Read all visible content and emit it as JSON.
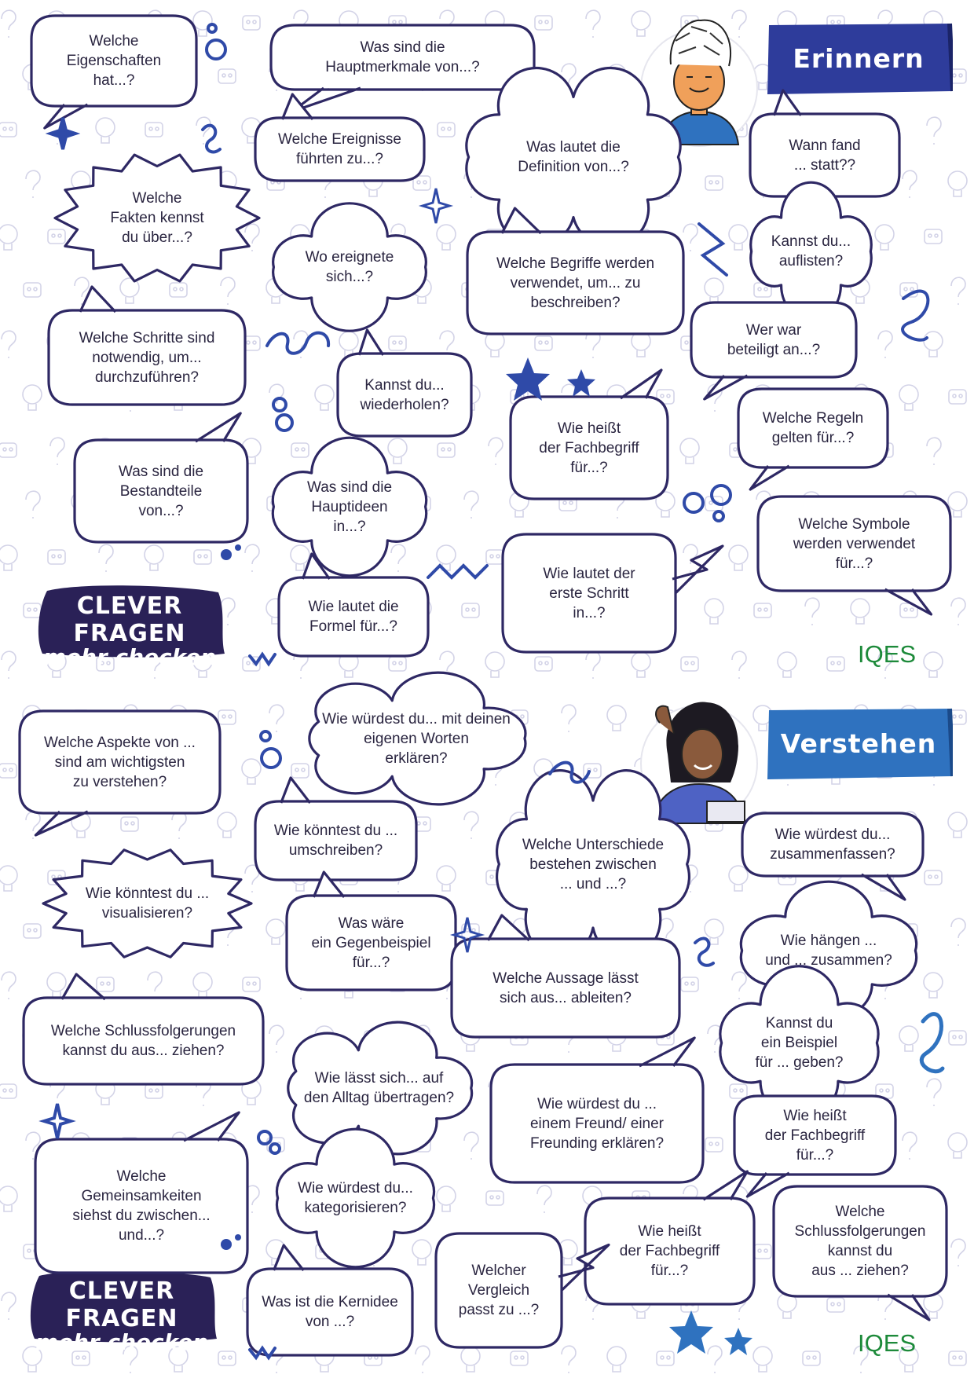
{
  "colors": {
    "outline": "#2e2864",
    "erinnern_banner": "#2e3c9b",
    "verstehen_banner": "#2f72bf",
    "clever_blob": "#2a2157",
    "iqes": "#1d8a3a",
    "deco": "#2f4aa8"
  },
  "sections": [
    {
      "title": "Erinnern",
      "bubbles": [
        "Welche\nEigenschaften\nhat...?",
        "Was sind die\nHauptmerkmale von...?",
        "Welche Ereignisse\nführten zu...?",
        "Was lautet die\nDefinition von...?",
        "Wann fand\n... statt??",
        "Welche\nFakten kennst\ndu über...?",
        "Wo ereignete\nsich...?",
        "Kannst du...\nauflisten?",
        "Welche Begriffe werden\nverwendet, um... zu\nbeschreiben?",
        "Welche Schritte sind\nnotwendig, um...\ndurchzuführen?",
        "Wer war\nbeteiligt an...?",
        "Kannst du...\nwiederholen?",
        "Welche Regeln\ngelten für...?",
        "Wie heißt\nder Fachbegriff\nfür...?",
        "Was sind die\nBestandteile\nvon...?",
        "Was sind die\nHauptideen\nin...?",
        "Welche Symbole\nwerden verwendet\nfür...?",
        "Wie lautet der\nerste Schritt\nin...?",
        "Wie lautet die\nFormel für...?"
      ],
      "logo_line1": "CLEVER FRAGEN",
      "logo_line2": "mehr checken",
      "brand": "IQES"
    },
    {
      "title": "Verstehen",
      "bubbles": [
        "Welche Aspekte von ...\nsind am wichtigsten\nzu verstehen?",
        "Wie würdest du... mit deinen\neigenen Worten\nerklären?",
        "Wie könntest du ...\numschreiben?",
        "Welche Unterschiede\nbestehen zwischen\n... und ...?",
        "Wie würdest du...\nzusammenfassen?",
        "Wie könntest du ...\nvisualisieren?",
        "Was wäre\nein Gegenbeispiel\nfür...?",
        "Wie hängen ...\nund ... zusammen?",
        "Welche Aussage lässt\nsich aus... ableiten?",
        "Welche Schlussfolgerungen\nkannst du aus... ziehen?",
        "Kannst du\nein Beispiel\nfür ... geben?",
        "Wie lässt sich... auf\nden Alltag übertragen?",
        "Wie würdest du ...\neinem Freund/ einer\nFreunding erklären?",
        "Wie heißt\nder Fachbegriff\nfür...?",
        "Welche\nGemeinsamkeiten\nsiehst du zwischen...\nund...?",
        "Wie würdest du...\nkategorisieren?",
        "Welche\nSchlussfolgerungen\nkannst du\naus ...  ziehen?",
        "Wie heißt\nder Fachbegriff\nfür...?",
        "Welcher\nVergleich\npasst zu ...?",
        "Was ist die Kernidee\nvon ...?"
      ],
      "logo_line1": "CLEVER FRAGEN",
      "logo_line2": "mehr checken",
      "brand": "IQES"
    }
  ]
}
